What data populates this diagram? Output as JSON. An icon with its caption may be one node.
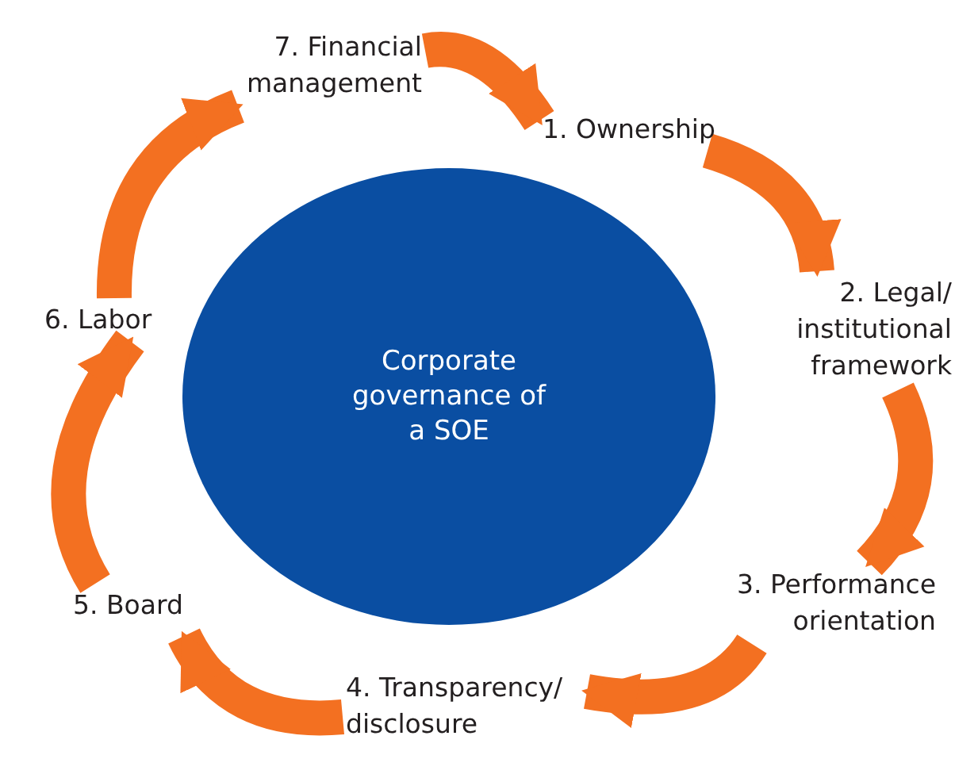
{
  "diagram": {
    "nodes": [
      {
        "text": [
          "Corporate governance of a SOE"
        ]
      },
      {
        "text": [
          "1. Ownership"
        ]
      },
      {
        "text": [
          "2. Legal/ institutional framework"
        ]
      },
      {
        "text": [
          "3. Performance orientation"
        ]
      },
      {
        "text": [
          "4. Transparency/ disclosure"
        ]
      },
      {
        "text": [
          "5. Board"
        ]
      },
      {
        "text": [
          "6. Labor"
        ]
      },
      {
        "text": [
          "7. Financial management"
        ]
      }
    ],
    "edges": [
      {
        "from": 7,
        "to": 1,
        "arrow": "to"
      },
      {
        "from": 1,
        "to": 2,
        "arrow": "to"
      },
      {
        "from": 2,
        "to": 3,
        "arrow": "to"
      },
      {
        "from": 3,
        "to": 4,
        "arrow": "to"
      },
      {
        "from": 4,
        "to": 5,
        "arrow": "to"
      },
      {
        "from": 5,
        "to": 6,
        "arrow": "to"
      },
      {
        "from": 6,
        "to": 7,
        "arrow": "to"
      }
    ]
  }
}
